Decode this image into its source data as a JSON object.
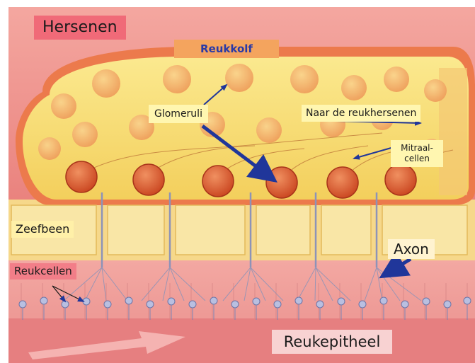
{
  "labels": {
    "hersenen": "Hersenen",
    "reukkolf": "Reukkolf",
    "glomeruli": "Glomeruli",
    "naar_reukhersenen": "Naar de reukhersenen",
    "mitraalcellen": "Mitraal-\ncellen",
    "zeefbeen": "Zeefbeen",
    "axon": "Axon",
    "reukcellen": "Reukcellen",
    "reukepitheel": "Reukepitheel"
  },
  "colors": {
    "brain_tissue": "#ee8a86",
    "bulb_fill": "#f7e07a",
    "bulb_outline": "#e86a3c",
    "glomerulus": "#d9532e",
    "bone": "#f6d88a",
    "epithelium": "#ee9c98",
    "arrow_blue": "#20369a",
    "label_yellow": "#fff6b0"
  }
}
